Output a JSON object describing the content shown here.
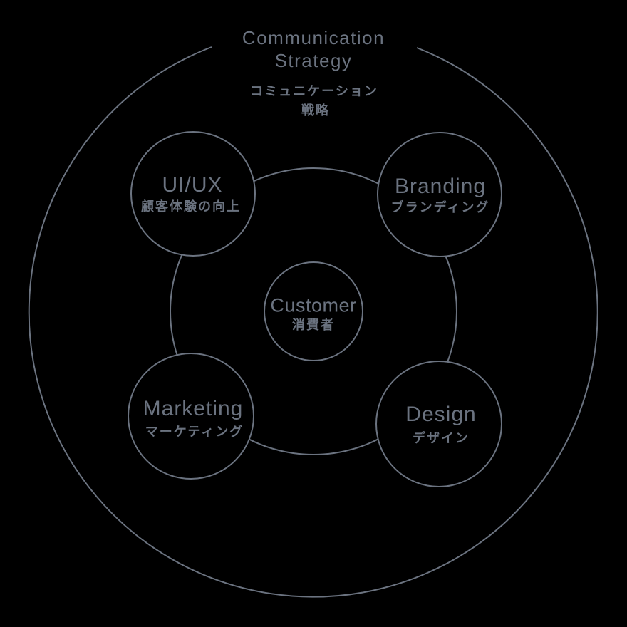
{
  "colors": {
    "background": "#000000",
    "line": "#6B7380",
    "text": "#6B7380"
  },
  "title": {
    "en": [
      "Communication",
      "Strategy"
    ],
    "ja": [
      "コミュニケーション",
      "戦略"
    ]
  },
  "center_node": {
    "en": "Customer",
    "ja": "消費者"
  },
  "nodes": [
    {
      "id": "ui-ux",
      "en": "UI/UX",
      "ja": "顧客体験の向上",
      "position": "top-left"
    },
    {
      "id": "branding",
      "en": "Branding",
      "ja": "ブランディング",
      "position": "top-right"
    },
    {
      "id": "marketing",
      "en": "Marketing",
      "ja": "マーケティング",
      "position": "bottom-left"
    },
    {
      "id": "design",
      "en": "Design",
      "ja": "デザイン",
      "position": "bottom-right"
    }
  ]
}
